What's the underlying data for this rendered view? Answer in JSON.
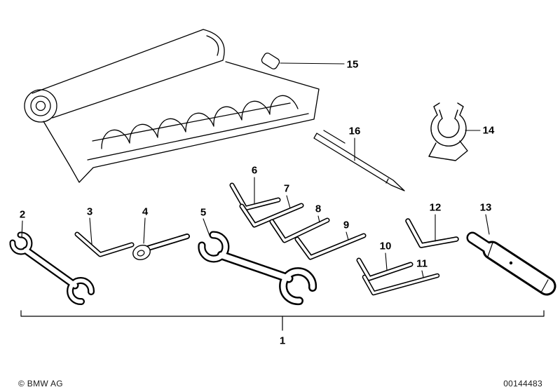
{
  "callouts": {
    "1": "1",
    "2": "2",
    "3": "3",
    "4": "4",
    "5": "5",
    "6": "6",
    "7": "7",
    "8": "8",
    "9": "9",
    "10": "10",
    "11": "11",
    "12": "12",
    "13": "13",
    "14": "14",
    "15": "15",
    "16": "16"
  },
  "footer": {
    "copyright": "© BMW AG",
    "image_number": "00144483"
  }
}
